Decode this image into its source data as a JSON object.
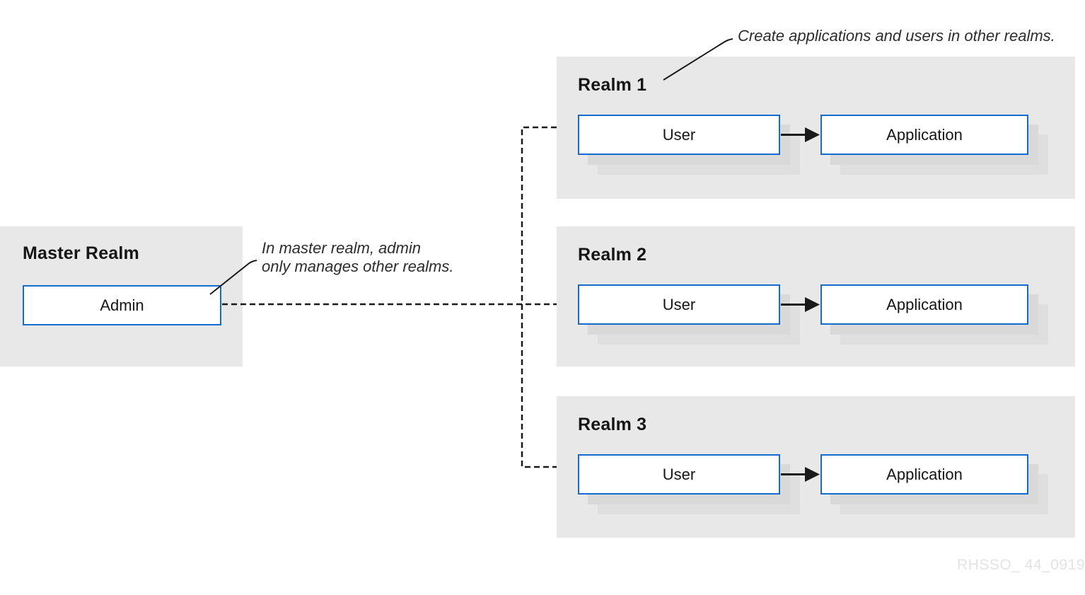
{
  "master": {
    "title": "Master Realm",
    "admin_label": "Admin"
  },
  "realms": [
    {
      "title": "Realm 1",
      "user_label": "User",
      "app_label": "Application"
    },
    {
      "title": "Realm 2",
      "user_label": "User",
      "app_label": "Application"
    },
    {
      "title": "Realm 3",
      "user_label": "User",
      "app_label": "Application"
    }
  ],
  "annotations": {
    "top": "Create applications and users in other realms.",
    "middle": [
      "In master realm, admin",
      "only manages other realms."
    ]
  },
  "watermark": {
    "text": "RHSSO_ 44_0919"
  },
  "colors": {
    "panel_background": "#e8e8e8",
    "node_border_blue": "#126cd2",
    "node_background": "#ffffff",
    "shadow_near": "#d9d9d9",
    "shadow_far": "#dfdfdf",
    "line_black": "#1a1a1a",
    "text_dark": "#151515",
    "annotation_text": "#2d2d2d",
    "watermark_gray": "#e3e3e3"
  }
}
